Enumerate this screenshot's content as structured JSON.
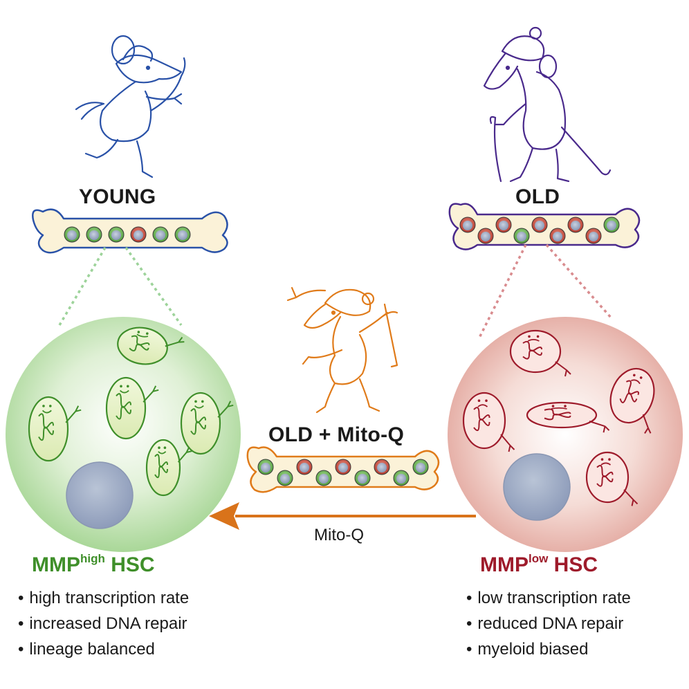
{
  "labels": {
    "young": "YOUNG",
    "old": "OLD",
    "treated": "OLD + Mito-Q",
    "arrow": "Mito-Q"
  },
  "left_panel": {
    "title_main": "MMP",
    "title_sup": "high",
    "title_rest": " HSC",
    "bullets": [
      "high transcription rate",
      "increased DNA repair",
      "lineage balanced"
    ]
  },
  "right_panel": {
    "title_main": "MMP",
    "title_sup": "low",
    "title_rest": " HSC",
    "bullets": [
      "low transcription rate",
      "reduced DNA repair",
      "myeloid biased"
    ]
  },
  "colors": {
    "young": "#2a52a8",
    "old": "#4a2a8c",
    "treated": "#e07b1a",
    "green": "#3f8f2a",
    "red": "#9e1b2b",
    "arrow": "#d9731a"
  },
  "bones": {
    "young": [
      "green",
      "green",
      "green",
      "red",
      "green",
      "green"
    ],
    "old": [
      "red",
      "red",
      "red",
      "green",
      "red",
      "red",
      "red",
      "red",
      "green"
    ],
    "treated": [
      "green",
      "green",
      "red",
      "green",
      "red",
      "green",
      "red",
      "green",
      "green"
    ]
  }
}
